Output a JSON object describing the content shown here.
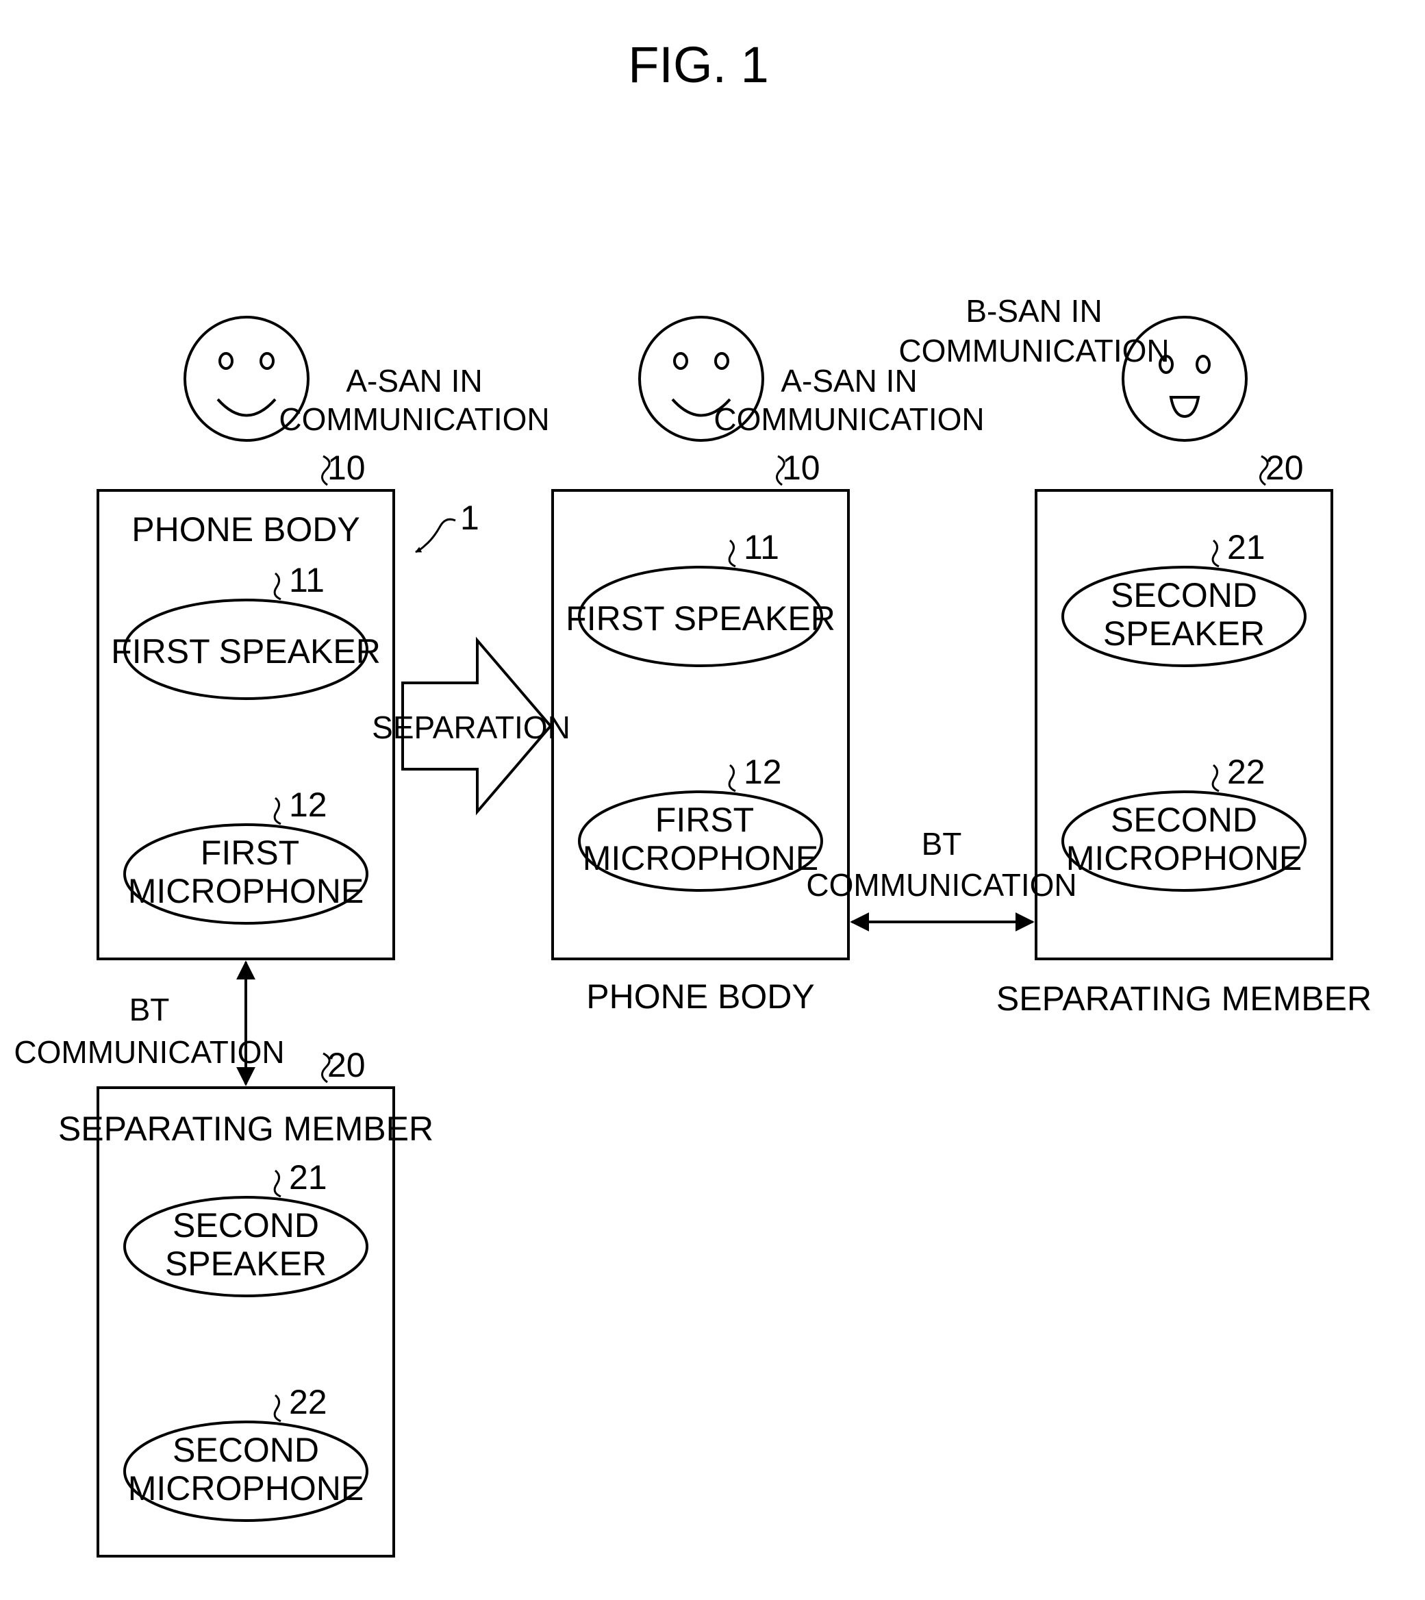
{
  "figure": {
    "title": "FIG. 1",
    "system_ref": "1"
  },
  "left_assembly": {
    "person_label": [
      "A-SAN IN",
      "COMMUNICATION"
    ],
    "phone_body": {
      "ref": "10",
      "title": "PHONE BODY",
      "speaker": {
        "ref": "11",
        "label": [
          "FIRST SPEAKER"
        ]
      },
      "microphone": {
        "ref": "12",
        "label": [
          "FIRST",
          "MICROPHONE"
        ]
      }
    },
    "link_label": [
      "BT",
      "COMMUNICATION"
    ],
    "separating_member": {
      "ref": "20",
      "title": "SEPARATING MEMBER",
      "speaker": {
        "ref": "21",
        "label": [
          "SECOND",
          "SPEAKER"
        ]
      },
      "microphone": {
        "ref": "22",
        "label": [
          "SECOND",
          "MICROPHONE"
        ]
      }
    }
  },
  "transition": {
    "label": "SEPARATION"
  },
  "right_assembly": {
    "person_a_label": [
      "A-SAN IN",
      "COMMUNICATION"
    ],
    "person_b_label": [
      "B-SAN IN",
      "COMMUNICATION"
    ],
    "phone_body": {
      "ref": "10",
      "caption": "PHONE BODY",
      "speaker": {
        "ref": "11",
        "label": [
          "FIRST SPEAKER"
        ]
      },
      "microphone": {
        "ref": "12",
        "label": [
          "FIRST",
          "MICROPHONE"
        ]
      }
    },
    "link_label": [
      "BT",
      "COMMUNICATION"
    ],
    "separating_member": {
      "ref": "20",
      "caption": "SEPARATING MEMBER",
      "speaker": {
        "ref": "21",
        "label": [
          "SECOND",
          "SPEAKER"
        ]
      },
      "microphone": {
        "ref": "22",
        "label": [
          "SECOND",
          "MICROPHONE"
        ]
      }
    }
  }
}
